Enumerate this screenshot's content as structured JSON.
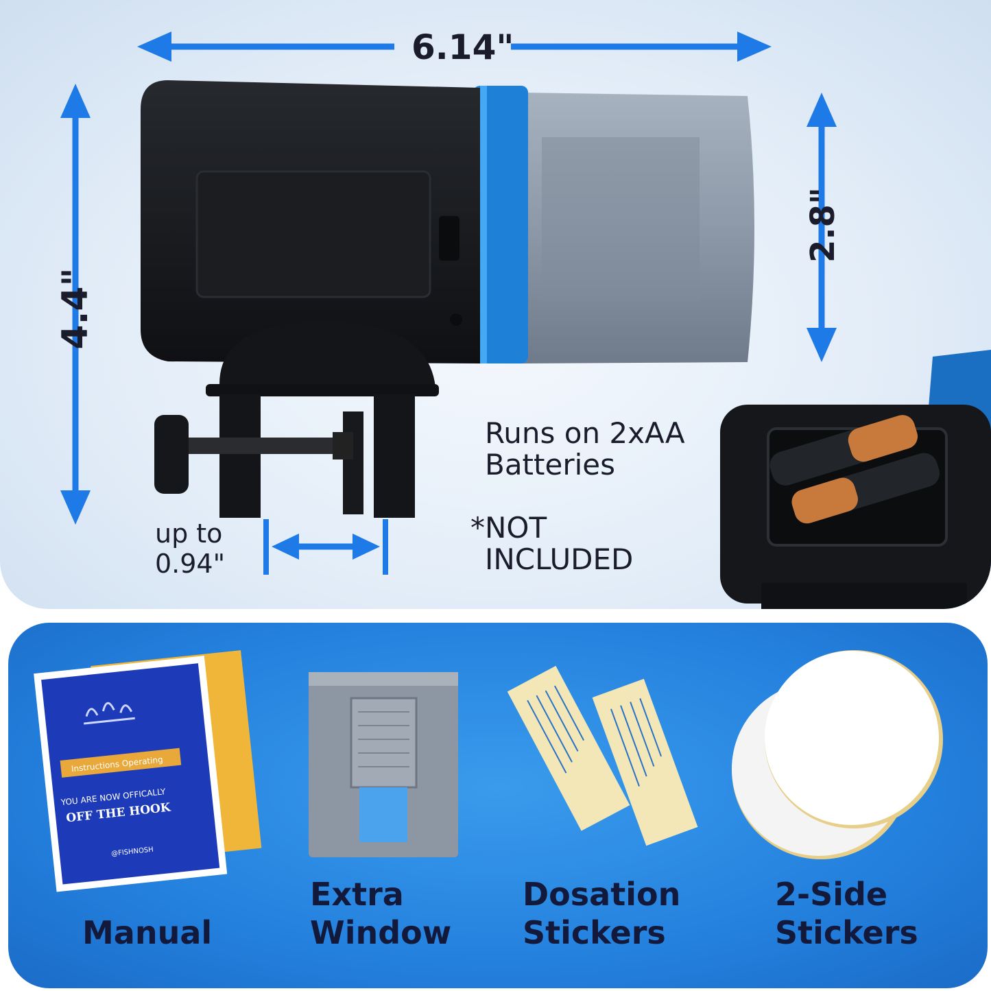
{
  "dimensions": {
    "width": "6.14\"",
    "height": "4.4\"",
    "hopper": "2.8\"",
    "clamp_prefix": "up to",
    "clamp": "0.94\""
  },
  "battery_note": {
    "line1": "Runs on 2xAA",
    "line2": "Batteries",
    "disclaimer_line1": "*NOT",
    "disclaimer_line2": "INCLUDED"
  },
  "manual_cover": {
    "banner": "Instructions Operating",
    "line1": "YOU ARE NOW OFFICALLY",
    "line2": "OFF THE HOOK",
    "handle": "@FISHNOSH"
  },
  "accessories": [
    {
      "label": "Manual"
    },
    {
      "label": "Extra\nWindow"
    },
    {
      "label": "Dosation\nStickers"
    },
    {
      "label": "2-Side\nStickers"
    }
  ],
  "colors": {
    "accent": "#1f7fe6",
    "arrow": "#1e7ae6",
    "text_dark": "#12193a",
    "device_body": "#131518",
    "hopper": "#8e9bab"
  }
}
